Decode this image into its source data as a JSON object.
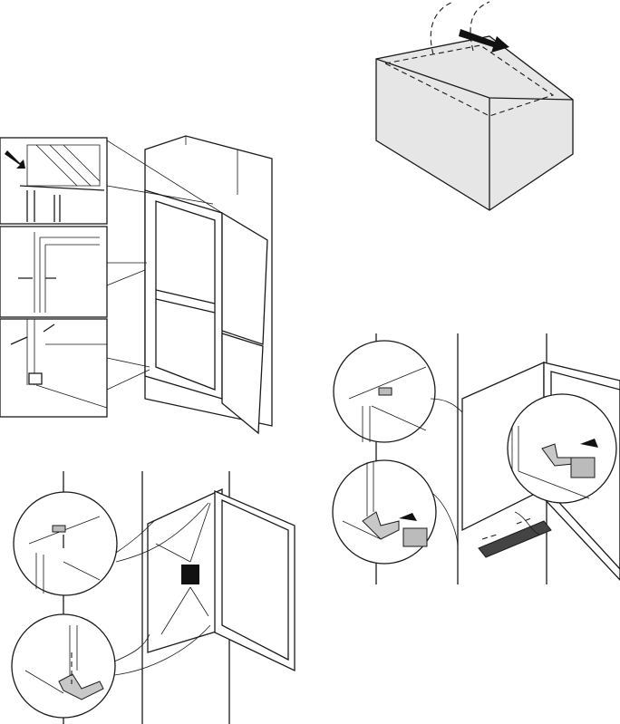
{
  "colors": {
    "line": "#1a1a1a",
    "box_fill": "#e6e6e6",
    "part_fill": "#c8c8c8",
    "marker": "#111111"
  },
  "figures": [
    {
      "id": "fig-box-unpacking"
    },
    {
      "id": "fig-door-alignment"
    },
    {
      "id": "fig-screw-mounting"
    },
    {
      "id": "fig-hinge-cover-fitting"
    }
  ]
}
